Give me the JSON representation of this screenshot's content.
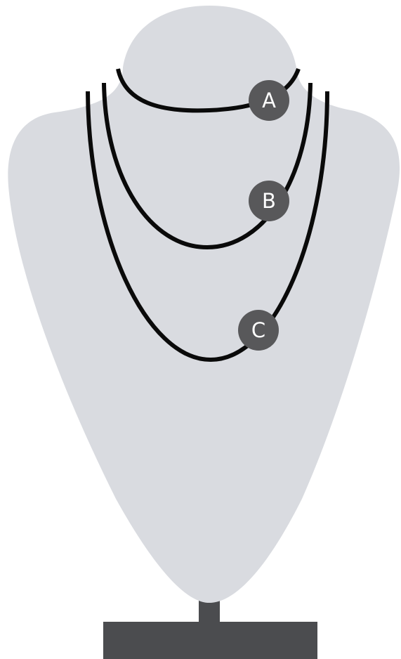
{
  "colors": {
    "background": "#ffffff",
    "bust": "#d9dbe0",
    "stand": "#4b4c4f",
    "chain": "#0a0a0a",
    "marker_fill": "#58585a",
    "marker_text": "#ffffff"
  },
  "necklaces": [
    {
      "id": "a",
      "label": "A"
    },
    {
      "id": "b",
      "label": "B"
    },
    {
      "id": "c",
      "label": "C"
    }
  ]
}
